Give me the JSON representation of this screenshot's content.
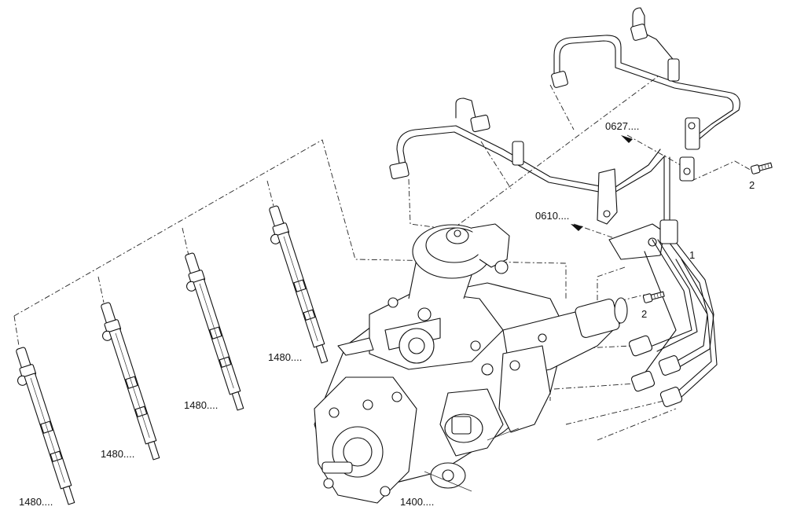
{
  "labels": {
    "pump": "1400....",
    "injector_1": "1480....",
    "injector_2": "1480....",
    "injector_3": "1480....",
    "injector_4": "1480....",
    "pipe_upper": "0627....",
    "pipe_lower": "0610....",
    "pipe_assembly": "1",
    "screw_upper": "2",
    "screw_lower": "2"
  }
}
